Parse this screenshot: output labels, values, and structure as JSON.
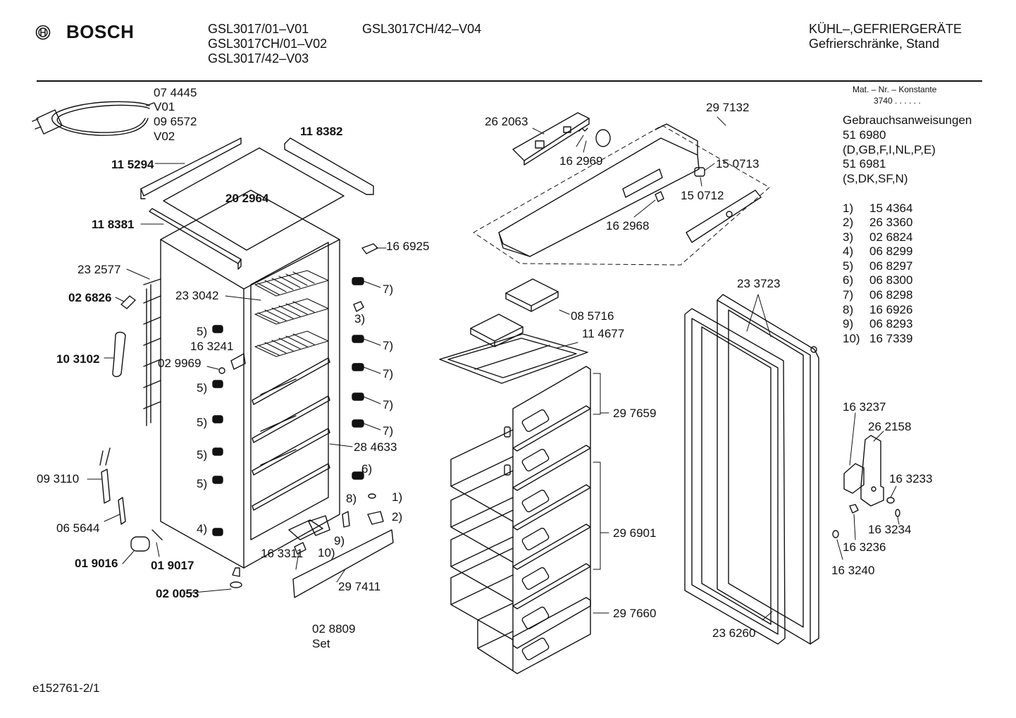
{
  "header": {
    "brand": "BOSCH",
    "models_col1": [
      "GSL3017/01–V01",
      "GSL3017CH/01–V02",
      "GSL3017/42–V03"
    ],
    "models_col2": [
      "GSL3017CH/42–V04"
    ],
    "category_line1": "KÜHL–,GEFRIERGERÄTE",
    "category_line2": "Gefrierschränke, Stand"
  },
  "side_info": {
    "mat_nr_label": "Mat. – Nr. – Konstante",
    "mat_nr_value": "3740 . . . . . .",
    "manuals_title": "Gebrauchsanweisungen",
    "manuals": [
      "51 6980",
      "(D,GB,F,I,NL,P,E)",
      "51 6981",
      "(S,DK,SF,N)"
    ],
    "numbered_parts": [
      {
        "key": "1)",
        "value": "15 4364"
      },
      {
        "key": "2)",
        "value": "26 3360"
      },
      {
        "key": "3)",
        "value": "02 6824"
      },
      {
        "key": "4)",
        "value": "06 8299"
      },
      {
        "key": "5)",
        "value": "06 8297"
      },
      {
        "key": "6)",
        "value": "06 8300"
      },
      {
        "key": "7)",
        "value": "06 8298"
      },
      {
        "key": "8)",
        "value": "16 6926"
      },
      {
        "key": "9)",
        "value": "06 8293"
      },
      {
        "key": "10)",
        "value": "16 7339"
      }
    ]
  },
  "labels": {
    "cable_1": "07 4445",
    "cable_v01": "V01",
    "cable_2": "09 6572",
    "cable_v02": "V02",
    "top_rail_right": "11 8382",
    "top_rail_left": "11 5294",
    "top_panel": "20 2964",
    "front_strip": "11 8381",
    "bracket_top": "16 6925",
    "condenser": "23 2577",
    "clip_left": "02 6826",
    "racks": "23 3042",
    "hinge_pin": "16 3241",
    "handle_tube": "10 3102",
    "plug_small": "02 9969",
    "shelves": "28 4633",
    "sensor": "09 3110",
    "capillary": "06 5644",
    "foot_cap": "01 9016",
    "pin": "01 9017",
    "adjust_foot": "02 0053",
    "door_stop": "16 3311",
    "plinth": "29 7411",
    "set_number": "02 8809",
    "set_word": "Set",
    "control_board": "26 2063",
    "control_panel": "29 7132",
    "spring": "16 2969",
    "knob_a": "15 0713",
    "knob_b": "15 0712",
    "switch": "16 2968",
    "cold_packs": "08 5716",
    "glass_shelf": "11 4677",
    "flap_top": "29 7659",
    "drawers_mid": "29 6901",
    "drawer_bottom": "29 7660",
    "door_gasket": "23 3723",
    "door": "23 6260",
    "hinge_bracket_a": "16 3237",
    "hinge_bracket_b": "26 2158",
    "hinge_screw": "16 3233",
    "hinge_washer": "16 3234",
    "hinge_bush": "16 3236",
    "hinge_cap": "16 3240",
    "ref_1": "1)",
    "ref_2": "2)",
    "ref_3": "3)",
    "ref_4": "4)",
    "ref_5": "5)",
    "ref_6": "6)",
    "ref_7": "7)",
    "ref_8": "8)",
    "ref_9": "9)",
    "ref_10": "10)"
  },
  "footer": {
    "drawing_id": "e152761-2/1"
  }
}
